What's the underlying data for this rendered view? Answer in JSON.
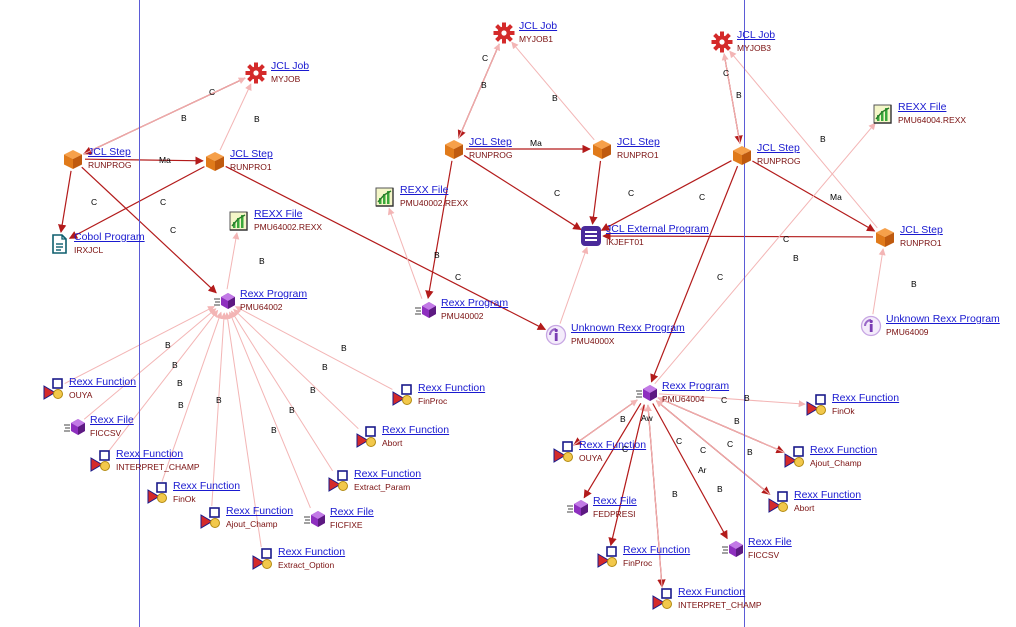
{
  "colors": {
    "call_edge": "#b31b1b",
    "back_edge": "#f3b5b5",
    "link_text": "#1a1ad0",
    "name_text": "#7a1010",
    "divider": "#5b5bd6"
  },
  "nodes": [
    {
      "id": "myjob",
      "type": "JCL Job",
      "name": "MYJOB",
      "icon": "gear-icon"
    },
    {
      "id": "step_runprog_l",
      "type": "JCL Step",
      "name": "RUNPROG",
      "icon": "cube-icon"
    },
    {
      "id": "step_runpro1_l",
      "type": "JCL Step",
      "name": "RUNPRO1",
      "icon": "cube-icon"
    },
    {
      "id": "cobol",
      "type": "Cobol Program",
      "name": "IRXJCL",
      "icon": "document-icon"
    },
    {
      "id": "rexxfile_l",
      "type": "REXX File",
      "name": "PMU64002.REXX",
      "icon": "chart-file-icon"
    },
    {
      "id": "rexxprog_l",
      "type": "Rexx Program",
      "name": "PMU64002",
      "icon": "rexx-program-icon"
    },
    {
      "id": "fn_ouya_l",
      "type": "Rexx Function",
      "name": "OUYA",
      "icon": "function-icon"
    },
    {
      "id": "file_ficcsv_l",
      "type": "Rexx File",
      "name": "FICCSV",
      "icon": "rexx-program-icon"
    },
    {
      "id": "fn_interpret_l",
      "type": "Rexx Function",
      "name": "INTERPRET_CHAMP",
      "icon": "function-icon"
    },
    {
      "id": "fn_finok_l",
      "type": "Rexx Function",
      "name": "FinOk",
      "icon": "function-icon"
    },
    {
      "id": "fn_ajout_l",
      "type": "Rexx Function",
      "name": "Ajout_Champ",
      "icon": "function-icon"
    },
    {
      "id": "fn_extract_opt",
      "type": "Rexx Function",
      "name": "Extract_Option",
      "icon": "function-icon"
    },
    {
      "id": "file_ficfixe",
      "type": "Rexx File",
      "name": "FICFIXE",
      "icon": "rexx-program-icon"
    },
    {
      "id": "fn_extract_param",
      "type": "Rexx Function",
      "name": "Extract_Param",
      "icon": "function-icon"
    },
    {
      "id": "fn_abort_l",
      "type": "Rexx Function",
      "name": "Abort",
      "icon": "function-icon"
    },
    {
      "id": "fn_finproc_l",
      "type": "Rexx Function",
      "name": "FinProc",
      "icon": "function-icon"
    },
    {
      "id": "myjob1",
      "type": "JCL Job",
      "name": "MYJOB1",
      "icon": "gear-icon"
    },
    {
      "id": "step_runprog_m",
      "type": "JCL Step",
      "name": "RUNPROG",
      "icon": "cube-icon"
    },
    {
      "id": "step_runpro1_m",
      "type": "JCL Step",
      "name": "RUNPRO1",
      "icon": "cube-icon"
    },
    {
      "id": "rexxfile_m",
      "type": "REXX File",
      "name": "PMU40002.REXX",
      "icon": "chart-file-icon"
    },
    {
      "id": "rexxprog_m",
      "type": "Rexx Program",
      "name": "PMU40002",
      "icon": "rexx-program-icon"
    },
    {
      "id": "external",
      "type": "JCL External Program",
      "name": "IKJEFT01",
      "icon": "list-icon"
    },
    {
      "id": "unknown_m",
      "type": "Unknown Rexx Program",
      "name": "PMU4000X",
      "icon": "info-icon"
    },
    {
      "id": "myjob3",
      "type": "JCL Job",
      "name": "MYJOB3",
      "icon": "gear-icon"
    },
    {
      "id": "rexxfile_r",
      "type": "REXX File",
      "name": "PMU64004.REXX",
      "icon": "chart-file-icon"
    },
    {
      "id": "step_runprog_r",
      "type": "JCL Step",
      "name": "RUNPROG",
      "icon": "cube-icon"
    },
    {
      "id": "step_runpro1_r",
      "type": "JCL Step",
      "name": "RUNPRO1",
      "icon": "cube-icon"
    },
    {
      "id": "unknown_r",
      "type": "Unknown Rexx Program",
      "name": "PMU64009",
      "icon": "info-icon"
    },
    {
      "id": "rexxprog_r",
      "type": "Rexx Program",
      "name": "PMU64004",
      "icon": "rexx-program-icon"
    },
    {
      "id": "fn_finok_r",
      "type": "Rexx Function",
      "name": "FinOk",
      "icon": "function-icon"
    },
    {
      "id": "fn_ajout_r",
      "type": "Rexx Function",
      "name": "Ajout_Champ",
      "icon": "function-icon"
    },
    {
      "id": "fn_abort_r",
      "type": "Rexx Function",
      "name": "Abort",
      "icon": "function-icon"
    },
    {
      "id": "file_ficcsv_r",
      "type": "Rexx File",
      "name": "FICCSV",
      "icon": "rexx-program-icon"
    },
    {
      "id": "fn_interpret_r",
      "type": "Rexx Function",
      "name": "INTERPRET_CHAMP",
      "icon": "function-icon"
    },
    {
      "id": "fn_finproc_r",
      "type": "Rexx Function",
      "name": "FinProc",
      "icon": "function-icon"
    },
    {
      "id": "file_fedpresi",
      "type": "Rexx File",
      "name": "FEDPRESI",
      "icon": "rexx-program-icon"
    },
    {
      "id": "fn_ouya_r",
      "type": "Rexx Function",
      "name": "OUYA",
      "icon": "function-icon"
    }
  ],
  "edges": [
    {
      "from": "myjob",
      "to": "step_runprog_l",
      "kind": "call",
      "label": "C"
    },
    {
      "from": "step_runprog_l",
      "to": "myjob",
      "kind": "back",
      "label": "B"
    },
    {
      "from": "step_runpro1_l",
      "to": "myjob",
      "kind": "back",
      "label": "B"
    },
    {
      "from": "step_runprog_l",
      "to": "step_runpro1_l",
      "kind": "call",
      "label": "Ma"
    },
    {
      "from": "step_runprog_l",
      "to": "cobol",
      "kind": "call",
      "label": "C"
    },
    {
      "from": "step_runpro1_l",
      "to": "cobol",
      "kind": "call",
      "label": "C"
    },
    {
      "from": "step_runprog_l",
      "to": "rexxprog_l",
      "kind": "call",
      "label": "C"
    },
    {
      "from": "step_runpro1_l",
      "to": "unknown_m",
      "kind": "call",
      "label": ""
    },
    {
      "from": "rexxprog_l",
      "to": "rexxfile_l",
      "kind": "back",
      "label": "B"
    },
    {
      "from": "fn_ouya_l",
      "to": "rexxprog_l",
      "kind": "back",
      "label": "B"
    },
    {
      "from": "file_ficcsv_l",
      "to": "rexxprog_l",
      "kind": "back",
      "label": "B"
    },
    {
      "from": "fn_interpret_l",
      "to": "rexxprog_l",
      "kind": "back",
      "label": "B"
    },
    {
      "from": "fn_finok_l",
      "to": "rexxprog_l",
      "kind": "back",
      "label": "B"
    },
    {
      "from": "fn_ajout_l",
      "to": "rexxprog_l",
      "kind": "back",
      "label": "B"
    },
    {
      "from": "fn_extract_opt",
      "to": "rexxprog_l",
      "kind": "back",
      "label": "B"
    },
    {
      "from": "file_ficfixe",
      "to": "rexxprog_l",
      "kind": "back",
      "label": "B"
    },
    {
      "from": "fn_extract_param",
      "to": "rexxprog_l",
      "kind": "back",
      "label": "B"
    },
    {
      "from": "fn_abort_l",
      "to": "rexxprog_l",
      "kind": "back",
      "label": "B"
    },
    {
      "from": "fn_finproc_l",
      "to": "rexxprog_l",
      "kind": "back",
      "label": "B"
    },
    {
      "from": "myjob1",
      "to": "step_runprog_m",
      "kind": "call",
      "label": "C"
    },
    {
      "from": "step_runprog_m",
      "to": "myjob1",
      "kind": "back",
      "label": "B"
    },
    {
      "from": "step_runpro1_m",
      "to": "myjob1",
      "kind": "back",
      "label": "B"
    },
    {
      "from": "step_runprog_m",
      "to": "step_runpro1_m",
      "kind": "call",
      "label": "Ma"
    },
    {
      "from": "step_runprog_m",
      "to": "external",
      "kind": "call",
      "label": "C"
    },
    {
      "from": "step_runpro1_m",
      "to": "external",
      "kind": "call",
      "label": "C"
    },
    {
      "from": "step_runprog_m",
      "to": "rexxprog_m",
      "kind": "call",
      "label": "C"
    },
    {
      "from": "rexxprog_m",
      "to": "rexxfile_m",
      "kind": "back",
      "label": "B"
    },
    {
      "from": "unknown_m",
      "to": "external",
      "kind": "back",
      "label": ""
    },
    {
      "from": "myjob3",
      "to": "step_runprog_r",
      "kind": "call",
      "label": "C"
    },
    {
      "from": "step_runprog_r",
      "to": "myjob3",
      "kind": "back",
      "label": "B"
    },
    {
      "from": "step_runpro1_r",
      "to": "myjob3",
      "kind": "back",
      "label": "B"
    },
    {
      "from": "step_runprog_r",
      "to": "step_runpro1_r",
      "kind": "call",
      "label": "Ma"
    },
    {
      "from": "step_runprog_r",
      "to": "external",
      "kind": "call",
      "label": "C"
    },
    {
      "from": "step_runpro1_r",
      "to": "external",
      "kind": "call",
      "label": "C"
    },
    {
      "from": "step_runprog_r",
      "to": "rexxprog_r",
      "kind": "call",
      "label": "C"
    },
    {
      "from": "unknown_r",
      "to": "step_runpro1_r",
      "kind": "back",
      "label": "B"
    },
    {
      "from": "rexxprog_r",
      "to": "rexxfile_r",
      "kind": "back",
      "label": "B"
    },
    {
      "from": "rexxprog_r",
      "to": "fn_finok_r",
      "kind": "back",
      "label": "B"
    },
    {
      "from": "rexxprog_r",
      "to": "fn_ajout_r",
      "kind": "call",
      "label": "C"
    },
    {
      "from": "fn_ajout_r",
      "to": "rexxprog_r",
      "kind": "back",
      "label": "B"
    },
    {
      "from": "rexxprog_r",
      "to": "fn_abort_r",
      "kind": "call",
      "label": "C"
    },
    {
      "from": "fn_abort_r",
      "to": "rexxprog_r",
      "kind": "back",
      "label": "B"
    },
    {
      "from": "rexxprog_r",
      "to": "file_ficcsv_r",
      "kind": "call",
      "label": "C"
    },
    {
      "from": "rexxprog_r",
      "to": "fn_interpret_r",
      "kind": "call",
      "label": "Ar"
    },
    {
      "from": "fn_interpret_r",
      "to": "rexxprog_r",
      "kind": "back",
      "label": "B"
    },
    {
      "from": "fn_finproc_r",
      "to": "rexxprog_r",
      "kind": "back",
      "label": "B"
    },
    {
      "from": "rexxprog_r",
      "to": "fn_finproc_r",
      "kind": "call",
      "label": "C"
    },
    {
      "from": "rexxprog_r",
      "to": "file_fedpresi",
      "kind": "call",
      "label": "Aw"
    },
    {
      "from": "rexxprog_r",
      "to": "fn_ouya_r",
      "kind": "call",
      "label": "C"
    },
    {
      "from": "fn_ouya_r",
      "to": "rexxprog_r",
      "kind": "back",
      "label": "B"
    }
  ]
}
